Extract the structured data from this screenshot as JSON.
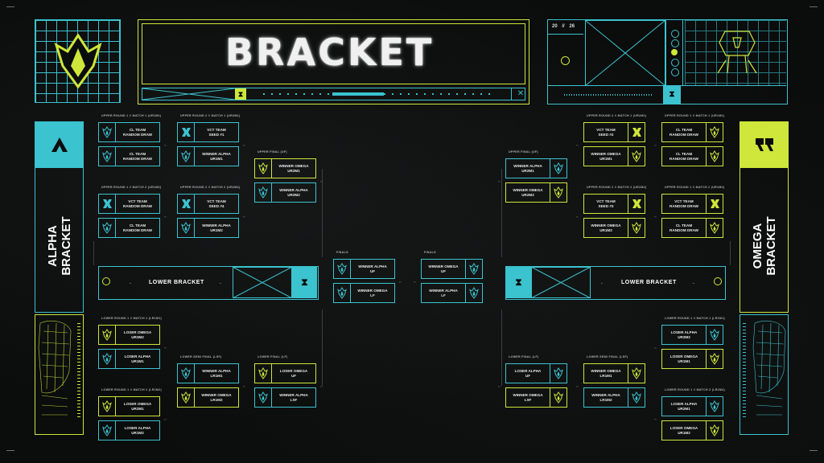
{
  "header": {
    "title": "BRACKET",
    "counter_left": "20",
    "counter_sep": "//",
    "counter_right": "26"
  },
  "alpha": {
    "label": "ALPHA\nBRACKET",
    "lower_bracket_label": "LOWER BRACKET"
  },
  "omega": {
    "label": "OMEGA\nBRACKET",
    "lower_bracket_label": "LOWER BRACKET"
  },
  "round_labels": {
    "a_ur1_m1": "UPPER ROUND 1 // MATCH 1 (UR1M1)",
    "a_ur2_m1": "UPPER ROUND 2 // MATCH 1 (UR2M1)",
    "a_uf": "UPPER FINAL (UF)",
    "a_ur1_m2": "UPPER ROUND 1 // MATCH 2 (UR1M2)",
    "a_ur2_m2": "UPPER ROUND 2 // MATCH 2 (UR2M2)",
    "a_lr1_m1": "LOWER ROUND 1 // MATCH 1 (LR1M1)",
    "a_lsf": "LOWER SEMI FINAL (LSF)",
    "a_lf": "LOWER FINAL (LF)",
    "a_lr1_m2": "LOWER ROUND 1 // MATCH 2 (LR1M2)",
    "finals_left": "FINALS",
    "finals_right": "FINALS",
    "o_uf": "UPPER FINAL (UF)",
    "o_ur2_m1": "UPPER ROUND 2 // MATCH 1 (UR2M1)",
    "o_ur1_m1": "UPPER ROUND 1 // MATCH 1 (UR1M1)",
    "o_ur2_m2": "UPPER ROUND 2 // MATCH 2 (UR2M2)",
    "o_ur1_m2": "UPPER ROUND 1 // MATCH 2 (UR1M2)",
    "o_lr1_m1": "LOWER ROUND 1 // MATCH 1 (LR1M1)",
    "o_lf": "LOWER FINAL (LF)",
    "o_lsf": "LOWER SEMI FINAL (LSF)",
    "o_lr1_m2": "LOWER ROUND 1 // MATCH 2 (LR1M2)"
  },
  "matches": {
    "a_ur1_m1": {
      "top": "CL TEAM\nRANDOM DRAW",
      "bot": "CL TEAM\nRANDOM DRAW"
    },
    "a_ur2_m1": {
      "top": "VCT TEAM\nSEED #1",
      "bot": "WINNER ALPHA\nUR1M1"
    },
    "a_uf": {
      "top": "WINNER OMEGA\nUR2M1",
      "bot": "WINNER ALPHA\nUR2M2"
    },
    "a_ur1_m2": {
      "top": "VCT TEAM\nRANDOM DRAW",
      "bot": "CL TEAM\nRANDOM DRAW"
    },
    "a_ur2_m2": {
      "top": "VCT TEAM\nSEED #4",
      "bot": "WINNER ALPHA\nUR1M2"
    },
    "a_lr1_m1": {
      "top": "LOSER OMEGA\nUR2M2",
      "bot": "LOSER ALPHA\nUR1M1"
    },
    "a_lsf": {
      "top": "WINNER ALPHA\nLR1M1",
      "bot": "WINNER OMEGA\nLR1M2"
    },
    "a_lf": {
      "top": "LOSER OMEGA\nUF",
      "bot": "WINNER ALPHA\nLSF"
    },
    "a_lr1_m2": {
      "top": "LOSER OMEGA\nUR2M1",
      "bot": "LOSER ALPHA\nUR1M2"
    },
    "finals_left": {
      "top": "WINNER ALPHA\nUF",
      "bot": "WINNER OMEGA\nLF"
    },
    "finals_right": {
      "top": "WINNER OMEGA\nUF",
      "bot": "WINNER ALPHA\nLF"
    },
    "o_uf": {
      "top": "WINNER ALPHA\nUR2M1",
      "bot": "WINNER OMEGA\nUR2M2"
    },
    "o_ur2_m1": {
      "top": "VCT TEAM\nSEED #2",
      "bot": "WINNER OMEGA\nUR1M1"
    },
    "o_ur1_m1": {
      "top": "CL TEAM\nRANDOM DRAW",
      "bot": "CL TEAM\nRANDOM DRAW"
    },
    "o_ur2_m2": {
      "top": "VCT TEAM\nSEED #3",
      "bot": "WINNER OMEGA\nUR1M2"
    },
    "o_ur1_m2": {
      "top": "VCT TEAM\nRANDOM DRAW",
      "bot": "CL TEAM\nRANDOM DRAW"
    },
    "o_lf": {
      "top": "LOSER ALPHA\nUF",
      "bot": "WINNER OMEGA\nLSF"
    },
    "o_lsf": {
      "top": "WINNER OMEGA\nLR1M1",
      "bot": "WINNER ALPHA\nLR1M2"
    },
    "o_lr1_m1": {
      "top": "LOSER ALPHA\nUR2M2",
      "bot": "LOSER OMEGA\nUR1M1"
    },
    "o_lr1_m2": {
      "top": "LOSER ALPHA\nUR2M1",
      "bot": "LOSER OMEGA\nUR1M2"
    }
  },
  "colors": {
    "cyan": "#3bc3cf",
    "lime": "#cfe63a",
    "background": "#0b0c0c"
  },
  "icons": {
    "team_icon": "valorant-champions-logo",
    "seed_icon": "vct-x-logo"
  }
}
